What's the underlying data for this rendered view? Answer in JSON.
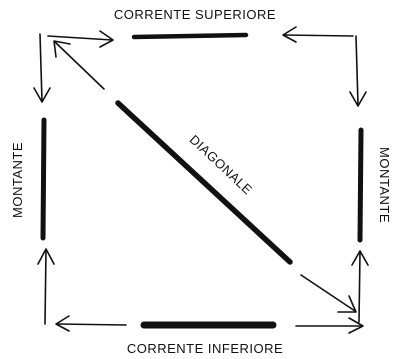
{
  "diagram": {
    "labels": {
      "top": "CORRENTE SUPERIORE",
      "bottom": "CORRENTE INFERIORE",
      "left": "MONTANTE",
      "right": "MONTANTE",
      "diagonal": "DIAGONALE"
    },
    "colors": {
      "ink": "#111111",
      "background": "#ffffff"
    }
  }
}
